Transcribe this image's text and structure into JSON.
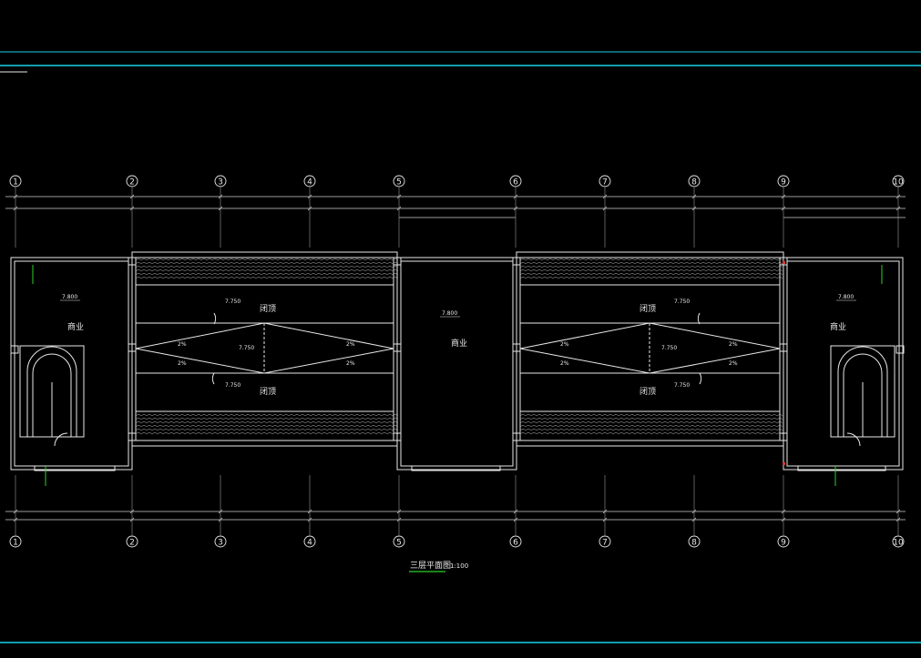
{
  "drawing": {
    "title": "三层平面图",
    "scale": "1:100"
  },
  "axes": [
    "1",
    "2",
    "3",
    "4",
    "5",
    "6",
    "7",
    "8",
    "9",
    "10"
  ],
  "rooms": {
    "commerce": "商业",
    "roof": "闭顶"
  },
  "elevations": {
    "floor": "7.800",
    "roof": "7.750"
  },
  "slopes": {
    "main": "2%"
  },
  "colors": {
    "line": "#e8e8e8",
    "cyan": "#19d3e8",
    "green": "#2bd12b",
    "red": "#e03030"
  }
}
